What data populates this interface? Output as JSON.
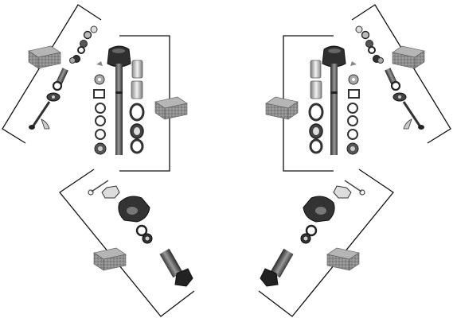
{
  "image": {
    "background": "#ffffff",
    "line_color": "#111111",
    "part_dark": "#2e2e2e",
    "part_mid": "#7a7a7a",
    "part_light": "#cfcfcf",
    "box_color": "#8d8d8d"
  },
  "groups": [
    {
      "name": "upper-left-bracket-group"
    },
    {
      "name": "center-left-kingpin-group"
    },
    {
      "name": "lower-left-bracket-group"
    },
    {
      "name": "upper-right-bracket-group"
    },
    {
      "name": "center-right-kingpin-group"
    },
    {
      "name": "lower-right-bracket-group"
    }
  ]
}
